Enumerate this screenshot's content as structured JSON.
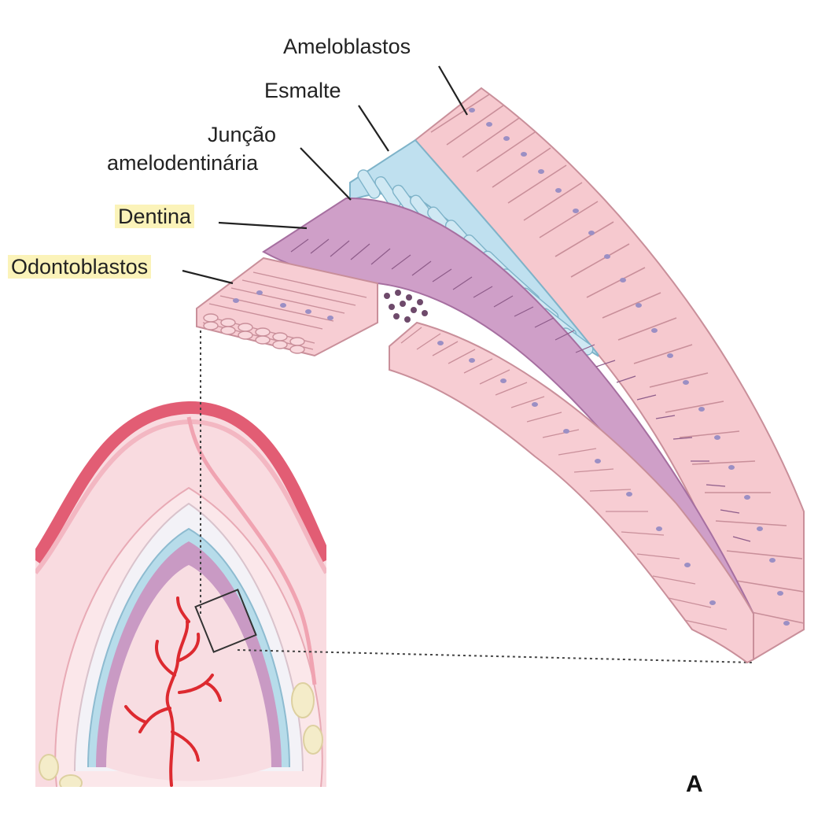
{
  "labels": {
    "ameloblastos": "Ameloblastos",
    "esmalte": "Esmalte",
    "juncao_line1": "Junção",
    "juncao_line2": "amelodentinária",
    "dentina": "Dentina",
    "odontoblastos": "Odontoblastos"
  },
  "panel_letter": "A",
  "highlighted_labels": [
    "Dentina",
    "Odontoblastos"
  ],
  "colors": {
    "ameloblast_cell": "#f6c9cf",
    "enamel": "#bfe0ef",
    "dentin": "#cf9fc8",
    "odontoblast_cell": "#f7cdd3",
    "nucleus": "#9b8fc4",
    "gingiva_edge": "#e25d74",
    "pulp_vessels": "#dd2a30",
    "label_highlight": "#fbf3b9"
  }
}
